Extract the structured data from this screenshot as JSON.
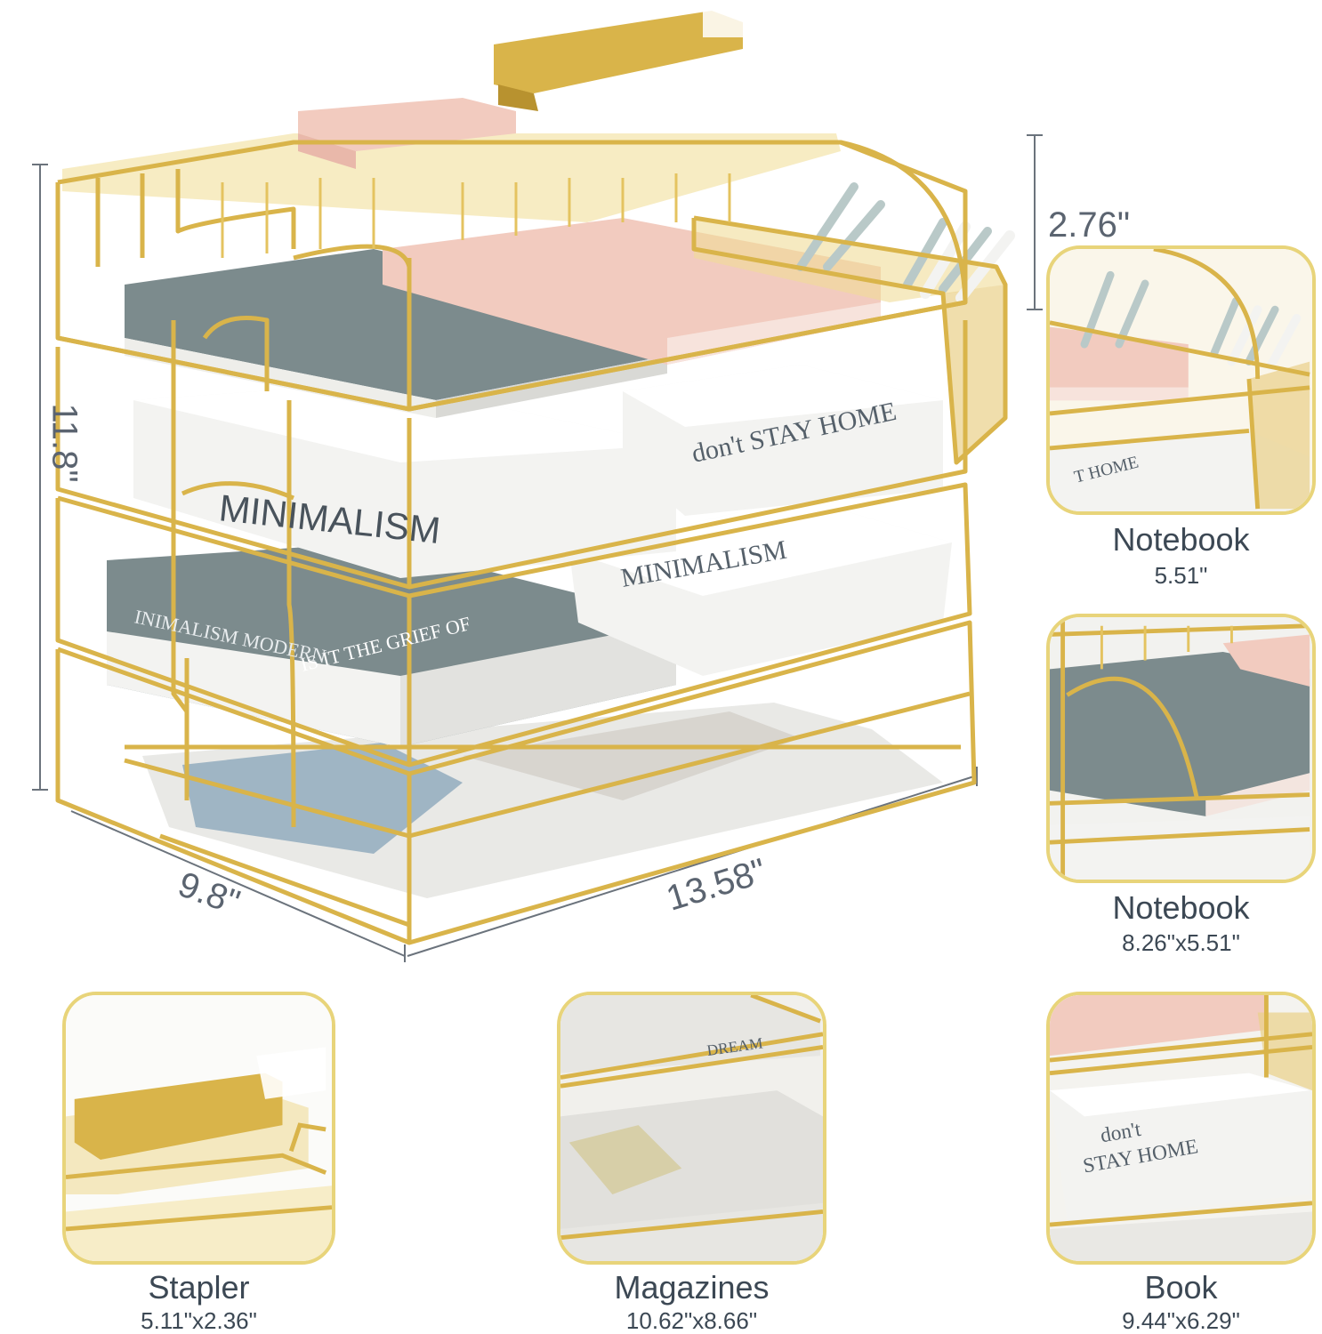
{
  "colors": {
    "gold": "#d9b44a",
    "gold_light": "#ecd27c",
    "tile_border": "#e8d47a",
    "dimension_text": "#5b6470",
    "caption_text": "#3c4854",
    "book_gray": "#7c8b8d",
    "book_pink": "#f2cbbf",
    "book_white": "#f3f3f1"
  },
  "product": {
    "book_spines": [
      "MINIMALISM",
      "don't STAY HOME",
      "MINIMALISM",
      "IS IT THE GRIEF OF",
      "INIMALISM MODERN"
    ]
  },
  "dimensions": {
    "height": "11.8\"",
    "depth": "9.8\"",
    "width": "13.58\"",
    "top_tier": "2.76\""
  },
  "details": [
    {
      "title": "Notebook",
      "size": "5.51\""
    },
    {
      "title": "Notebook",
      "size": "8.26\"x5.51\""
    },
    {
      "title": "Stapler",
      "size": "5.11\"x2.36\""
    },
    {
      "title": "Magazines",
      "size": "10.62\"x8.66\""
    },
    {
      "title": "Book",
      "size": "9.44\"x6.29\""
    }
  ]
}
